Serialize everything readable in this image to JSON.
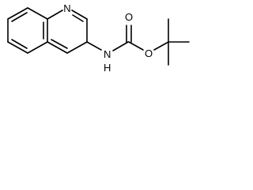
{
  "molecule": {
    "atom_labels": {
      "ring_nitrogen": "N",
      "amide_nitrogen": "N",
      "amide_hydrogen": "H",
      "carbonyl_oxygen": "O",
      "ester_oxygen": "O"
    }
  }
}
